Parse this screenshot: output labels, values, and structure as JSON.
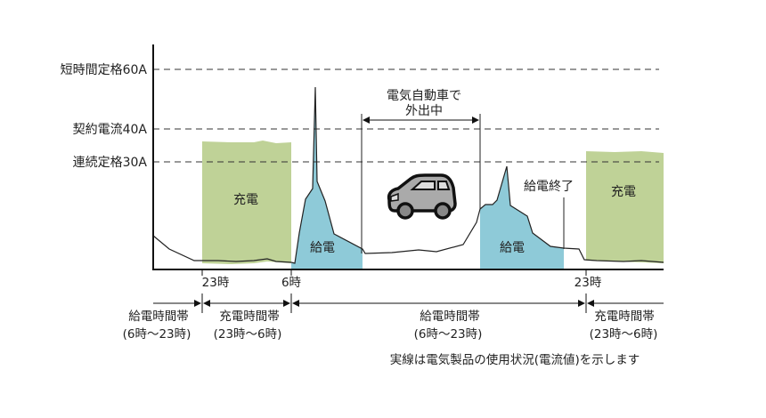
{
  "levels": {
    "short_time_rating": "短時間定格60A",
    "contract_current": "契約電流40A",
    "continuous_rating": "連続定格30A"
  },
  "regions": {
    "charge1": "充電",
    "supply1": "給電",
    "supply2": "給電",
    "charge2": "充電"
  },
  "annotations": {
    "outing_line1": "電気自動車で",
    "outing_line2": "外出中",
    "supply_end": "給電終了"
  },
  "time_ticks": [
    "23時",
    "6時",
    "23時"
  ],
  "periods": [
    {
      "line1": "給電時間帯",
      "line2": "(6時～23時)"
    },
    {
      "line1": "充電時間帯",
      "line2": "(23時～6時)"
    },
    {
      "line1": "給電時間帯",
      "line2": "(6時～23時)"
    },
    {
      "line1": "充電時間帯",
      "line2": "(23時～6時)"
    }
  ],
  "footnote": "実線は電気製品の使用状況(電流値)を示します",
  "colors": {
    "charge": "#bfd297",
    "supply": "#8ecad8",
    "line": "#222222"
  }
}
